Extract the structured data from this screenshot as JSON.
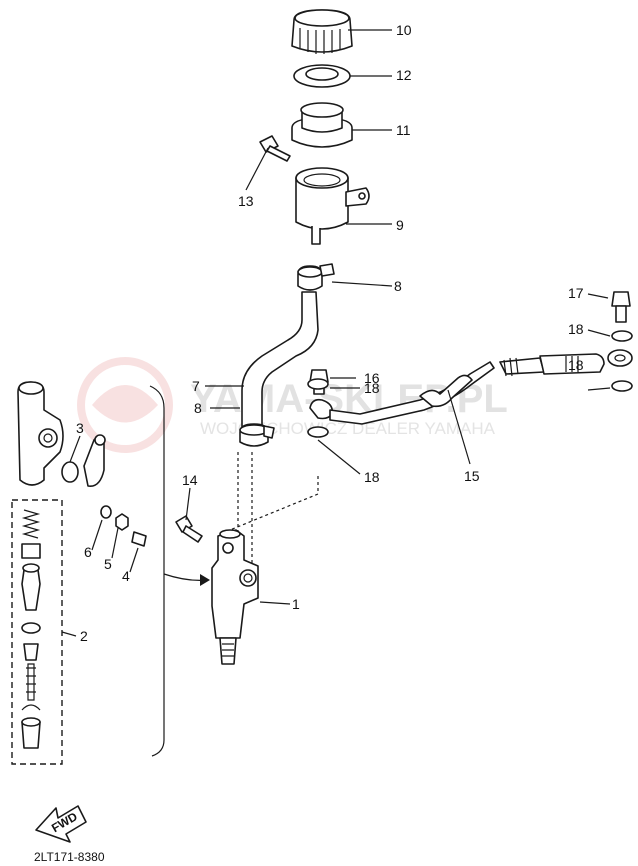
{
  "watermark": {
    "title": "YAMA-SKLEP.PL",
    "subtitle": "WOJCIECHOWICZ DEALER YAMAHA",
    "logo_color": "#f3c9c9"
  },
  "callouts": {
    "p1": "1",
    "p2": "2",
    "p3": "3",
    "p4": "4",
    "p5": "5",
    "p6": "6",
    "p7": "7",
    "p8a": "8",
    "p8b": "8",
    "p9": "9",
    "p10": "10",
    "p11": "11",
    "p12": "12",
    "p13": "13",
    "p14": "14",
    "p15": "15",
    "p16": "16",
    "p17": "17",
    "p18a": "18",
    "p18b": "18",
    "p18c": "18",
    "p18d": "18"
  },
  "fwd_label": "FWD",
  "drawing_code": "2LT171-8380"
}
